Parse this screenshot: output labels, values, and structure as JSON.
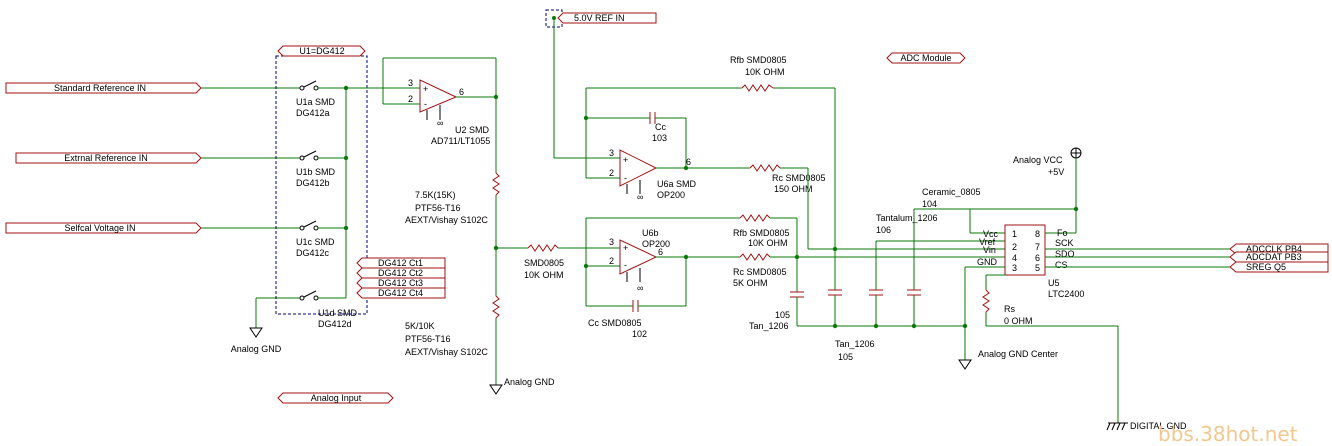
{
  "ports": {
    "std_ref": "Standard Reference IN",
    "ext_ref": "Extrnal Reference IN",
    "selfcal": "Selfcal Voltage IN",
    "ref5v": "5.0V REF IN",
    "adc_module": "ADC Module",
    "u1_title": "U1=DG412",
    "analog_input": "Analog Input",
    "ct1": "DG412 Ct1",
    "ct2": "DG412 Ct2",
    "ct3": "DG412 Ct3",
    "ct4": "DG412 Ct4",
    "adcclk": "ADCCLK PB4",
    "adcdat": "ADCDAT PB3",
    "sreg": "SREG Q5"
  },
  "labels": {
    "u1a": "U1a SMD",
    "u1a_part": "DG412a",
    "u1b": "U1b  SMD",
    "u1b_part": "DG412b",
    "u1c": "U1c  SMD",
    "u1c_part": "DG412c",
    "u1d": "U1d  SMD",
    "u1d_part": "DG412d",
    "analog_gnd_1": "Analog GND",
    "u2": "U2 SMD",
    "u2_part": "AD711/LT1055",
    "r75k": "7.5K(15K)",
    "r75k_part": "PTF56-T16",
    "r75k_vendor": "AEXT/Vishay S102C",
    "r5k": "5K/10K",
    "r5k_part": "PTF56-T16",
    "r5k_vendor": "AEXT/Vishay S102C",
    "analog_gnd_2": "Analog GND",
    "smd0805": "SMD0805",
    "ohm10k": "10K OHM",
    "rfb1": "Rfb SMD0805",
    "rfb1_val": "10K OHM",
    "cc1": "Cc",
    "cc1_val": "103",
    "u6a": "U6a SMD",
    "u6a_part": "OP200",
    "rc1": "Rc SMD0805",
    "rc1_val": "150 OHM",
    "u6b": "U6b",
    "u6b_part": "OP200",
    "rfb2": "Rfb SMD0805",
    "rfb2_val": "10K OHM",
    "rc2": "Rc SMD0805",
    "rc2_val": "5K OHM",
    "cc2": "Cc  SMD0805",
    "cc2_val": "102",
    "tan1_val": "105",
    "tan1": "Tan_1206",
    "tan2": "Tan_1206",
    "tan2_val": "105",
    "tantalum": "Tantalum_1206",
    "tantalum_val": "106",
    "ceramic": "Ceramic_0805",
    "ceramic_val": "104",
    "analog_vcc": "Analog VCC",
    "vcc_val": "+5V",
    "u5": "U5",
    "u5_part": "LTC2400",
    "rs": "Rs",
    "rs_val": "0 OHM",
    "gnd_center": "Analog GND Center",
    "digital_gnd": "DIGITAL GND",
    "watermark": "bbs.38hot.net"
  },
  "pins": {
    "op_plus": "+",
    "op_minus": "-",
    "p3": "3",
    "p2": "2",
    "p6": "6",
    "inf": "∞",
    "ltc_vcc": "Vcc",
    "ltc_vref": "Vref",
    "ltc_vin": "Vin",
    "ltc_gnd": "GND",
    "ltc_fo": "Fo",
    "ltc_sck": "SCK",
    "ltc_sdo": "SDO",
    "ltc_cs": "CS",
    "n1": "1",
    "n2": "2",
    "n4": "4",
    "n3": "3",
    "n8": "8",
    "n7": "7",
    "n6": "6",
    "n5": "5"
  }
}
